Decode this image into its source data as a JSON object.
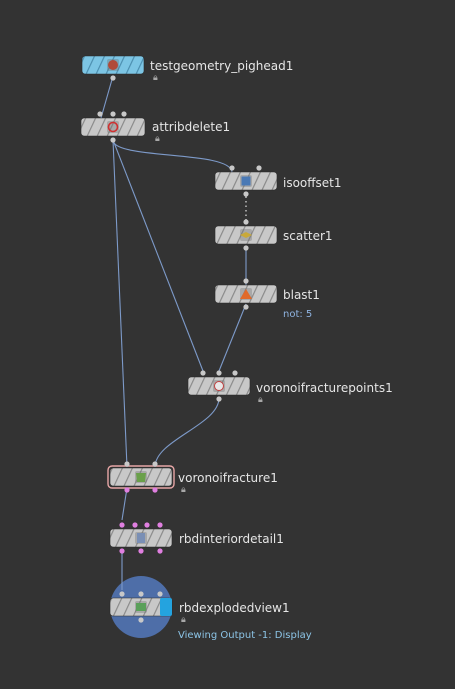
{
  "network": {
    "nodes": [
      {
        "id": "testgeometry_pighead1",
        "label": "testgeometry_pighead1",
        "icon": "pig-head-icon",
        "locked": true
      },
      {
        "id": "attribdelete1",
        "label": "attribdelete1",
        "icon": "attribute-delete-icon",
        "locked": true
      },
      {
        "id": "isooffset1",
        "label": "isooffset1",
        "icon": "iso-offset-icon",
        "locked": false
      },
      {
        "id": "scatter1",
        "label": "scatter1",
        "icon": "scatter-icon",
        "locked": false
      },
      {
        "id": "blast1",
        "label": "blast1",
        "icon": "blast-icon",
        "locked": false,
        "comment": "not: 5"
      },
      {
        "id": "voronoifracturepoints1",
        "label": "voronoifracturepoints1",
        "icon": "voronoi-points-icon",
        "locked": true
      },
      {
        "id": "voronoifracture1",
        "label": "voronoifracture1",
        "icon": "voronoi-fracture-icon",
        "locked": true
      },
      {
        "id": "rbdinteriordetail1",
        "label": "rbdinteriordetail1",
        "icon": "rbd-interior-icon",
        "locked": false
      },
      {
        "id": "rbdexplodedview1",
        "label": "rbdexplodedview1",
        "icon": "rbd-exploded-icon",
        "locked": true,
        "status": "Viewing Output -1: Display"
      }
    ],
    "colors": {
      "background": "#333333",
      "node_body": "#c8c8c8",
      "node_source": "#7cc5e4",
      "wire": "#7d9ac9",
      "selected_border": "#e8a7a7",
      "display_flag": "#24a3df",
      "group_port": "#e07fe0",
      "highlight_disk": "#4e6ea8"
    }
  }
}
